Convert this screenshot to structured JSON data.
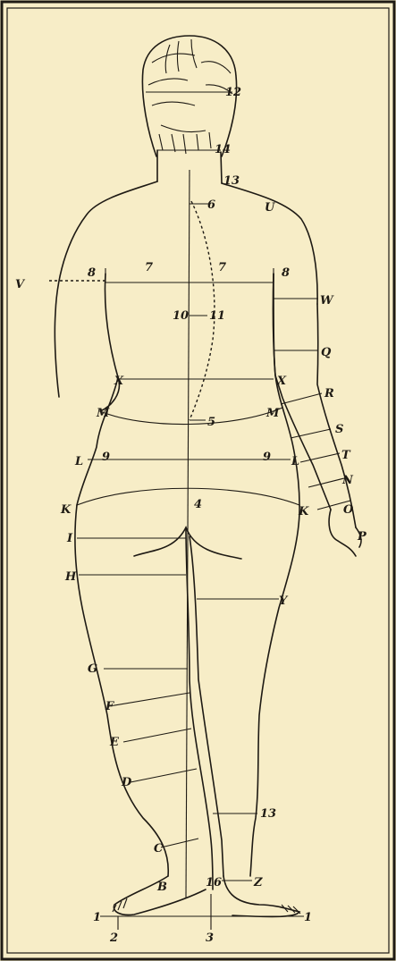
{
  "figure": {
    "labels": [
      "12",
      "14",
      "13",
      "6",
      "V",
      "8",
      "7",
      "7",
      "8",
      "U",
      "W",
      "10",
      "11",
      "Q",
      "X",
      "X",
      "R",
      "M",
      "M",
      "5",
      "S",
      "L",
      "9",
      "9",
      "L",
      "T",
      "N",
      "O",
      "K",
      "4",
      "K",
      "P",
      "I",
      "H",
      "Y",
      "G",
      "F",
      "E",
      "D",
      "13",
      "C",
      "B",
      "16",
      "Z",
      "1",
      "1",
      "2",
      "3"
    ]
  }
}
